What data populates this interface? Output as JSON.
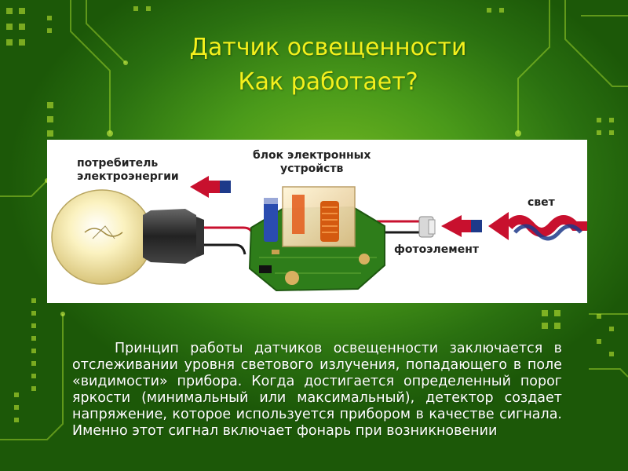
{
  "slide": {
    "title_line_1": "Датчик освещенности",
    "title_line_2": "Как работает?",
    "paragraph": "Принцип работы датчиков освещенности заключается в отслеживании уровня светового излучения, попадающего в поле «видимости» прибора. Когда достигается определенный порог яркости (минимальный или максимальный), детектор создает напряжение, которое используется прибором в качестве сигнала. Именно этот сигнал включает фонарь при возникновении"
  },
  "diagram": {
    "consumer_label_1": "потребитель",
    "consumer_label_2": "электроэнергии",
    "block_label_1": "блок электронных",
    "block_label_2": "устройств",
    "light_label": "свет",
    "photo_label": "фотоэлемент"
  },
  "colors": {
    "title": "#f4f01c",
    "background": "#4a9a1a",
    "arrow_red": "#c8102e",
    "arrow_blue": "#1e3a8a",
    "pcb": "#2e7d1a"
  }
}
